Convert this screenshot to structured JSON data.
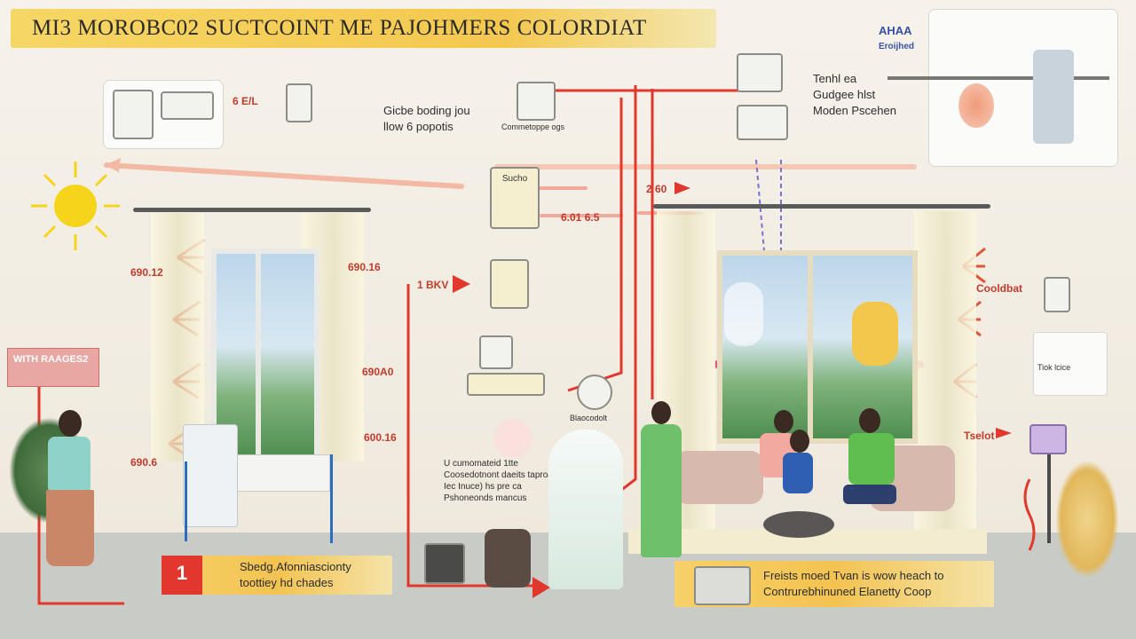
{
  "title": "MI3 MOROBC02 SUCTCOINT ME PAJOHMERS COLORDIAT",
  "labels": {
    "top_device": "6 E/L",
    "center_note_l1": "Gicbe boding jou",
    "center_note_l2": "llow 6 popotis",
    "center_small_device": "Commetoppe ogs",
    "center_box": "Sucho",
    "arrow_label_1": "2 60",
    "arrow_label_2": "6.01 6.5",
    "arrow_label_3": "1 BKV",
    "left_label_1": "690.12",
    "left_label_2": "690.16",
    "left_label_3": "690A0",
    "left_label_4": "600.16",
    "center_left_label": "690.6",
    "pink_tag": "WITH RAAGES2",
    "center_text_l1": "U cumomateid 1tte",
    "center_text_l2": "Coosedotnont daeits taproat",
    "center_text_l3": "Iec Inuce) hs pre ca",
    "center_text_l4": "Pshoneonds mancus",
    "device_note": "Blaocodolt",
    "right_label_1": "Cooldbat",
    "right_label_2": "Tselot",
    "right_device_label": "Tiok lcice",
    "corner_l1": "Tenhl ea",
    "corner_l2": "Gudgee hlst",
    "corner_l3": "Moden Pscehen",
    "corner_badge_l1": "AHAA",
    "corner_badge_l2": "Eroijhed",
    "bottom_left_number": "1",
    "bottom_left_text_l1": "Sbedg.Afonniascionty",
    "bottom_left_text_l2": "toottiey hd chades",
    "bottom_right_text_l1": "Freists moed Tvan is wow heach to",
    "bottom_right_text_l2": "Contrurebhinuned Elanetty Coop"
  },
  "colors": {
    "accent_red": "#e2372c",
    "banner_yellow": "#f4c84f",
    "sun": "#f5d51c",
    "tag_pink": "#e9a7a3",
    "hammock": "#e4547c"
  },
  "icons": [
    "sun-icon",
    "thermostat-icon",
    "air-conditioner-icon",
    "fan-icon",
    "heater-icon",
    "plant-icon",
    "lamp-icon"
  ]
}
